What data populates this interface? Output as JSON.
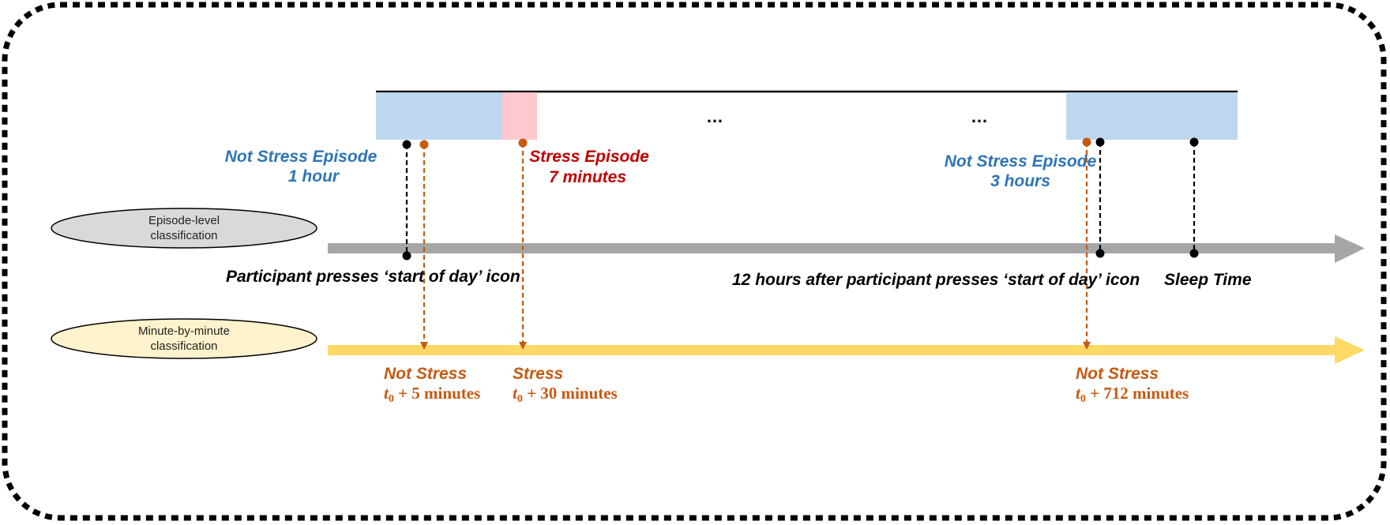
{
  "colors": {
    "frame": "#000000",
    "not_stress_blue": "#2E75B6",
    "not_stress_fill": "#BDD7EE",
    "stress_red": "#C00000",
    "stress_fill": "#FFC7CE",
    "orange": "#C55A11",
    "gray_arrow": "#A6A6A6",
    "yellow_arrow": "#FFD966",
    "ellipse_gray": "#D9D9D9",
    "ellipse_yellow": "#FFF2CC",
    "text_dark": "#000000"
  },
  "timeline": {
    "ellipsis_1": "…",
    "ellipsis_2": "…"
  },
  "episodes": {
    "first_not_stress": {
      "title": "Not Stress Episode",
      "duration": "1 hour"
    },
    "stress": {
      "title": "Stress Episode",
      "duration": "7 minutes"
    },
    "last_not_stress": {
      "title": "Not Stress Episode",
      "duration": "3 hours"
    }
  },
  "rows": {
    "episode_level": {
      "line1": "Episode-level",
      "line2": "classification"
    },
    "minute_level": {
      "line1": "Minute-by-minute",
      "line2": "classification"
    }
  },
  "events": {
    "start_of_day": "Participant presses ‘start of day’ icon",
    "twelve_hours": "12 hours after participant presses ‘start of day’ icon",
    "sleep_time": "Sleep Time"
  },
  "minute_labels": [
    {
      "status": "Not Stress",
      "t_var": "t",
      "t_sub": "0",
      "offset": " + 5 minutes"
    },
    {
      "status": "Stress",
      "t_var": "t",
      "t_sub": "0",
      "offset": " + 30 minutes"
    },
    {
      "status": "Not Stress",
      "t_var": "t",
      "t_sub": "0",
      "offset": " + 712 minutes"
    }
  ]
}
